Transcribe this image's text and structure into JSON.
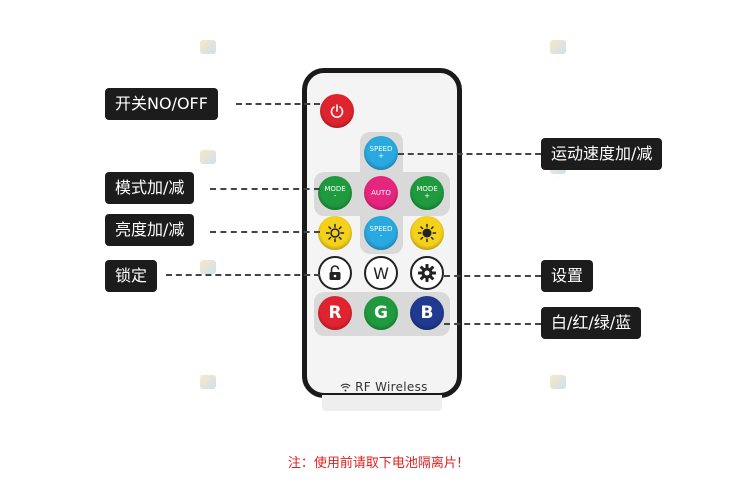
{
  "labels": {
    "power": "开关NO/OFF",
    "mode": "模式加/减",
    "brightness": "亮度加/减",
    "lock": "锁定",
    "speed": "运动速度加/减",
    "settings": "设置",
    "colors": "白/红/绿/蓝"
  },
  "buttons": {
    "speed_up": "SPEED",
    "speed_up_sign": "+",
    "speed_down": "SPEED",
    "speed_down_sign": "-",
    "mode_down": "MODE",
    "mode_down_sign": "-",
    "mode_up": "MODE",
    "mode_up_sign": "+",
    "auto": "AUTO",
    "white": "W",
    "red": "R",
    "green": "G",
    "blue": "B"
  },
  "brand": "RF Wireless",
  "note": "注：使用前请取下电池隔离片!",
  "colors": {
    "power": "#e0242f",
    "speed": "#29a9e0",
    "mode": "#1f9a3e",
    "auto": "#e6267e",
    "brightness": "#f4d21c",
    "red": "#e0242f",
    "green": "#1f9a3e",
    "blue": "#1f3a8f"
  }
}
